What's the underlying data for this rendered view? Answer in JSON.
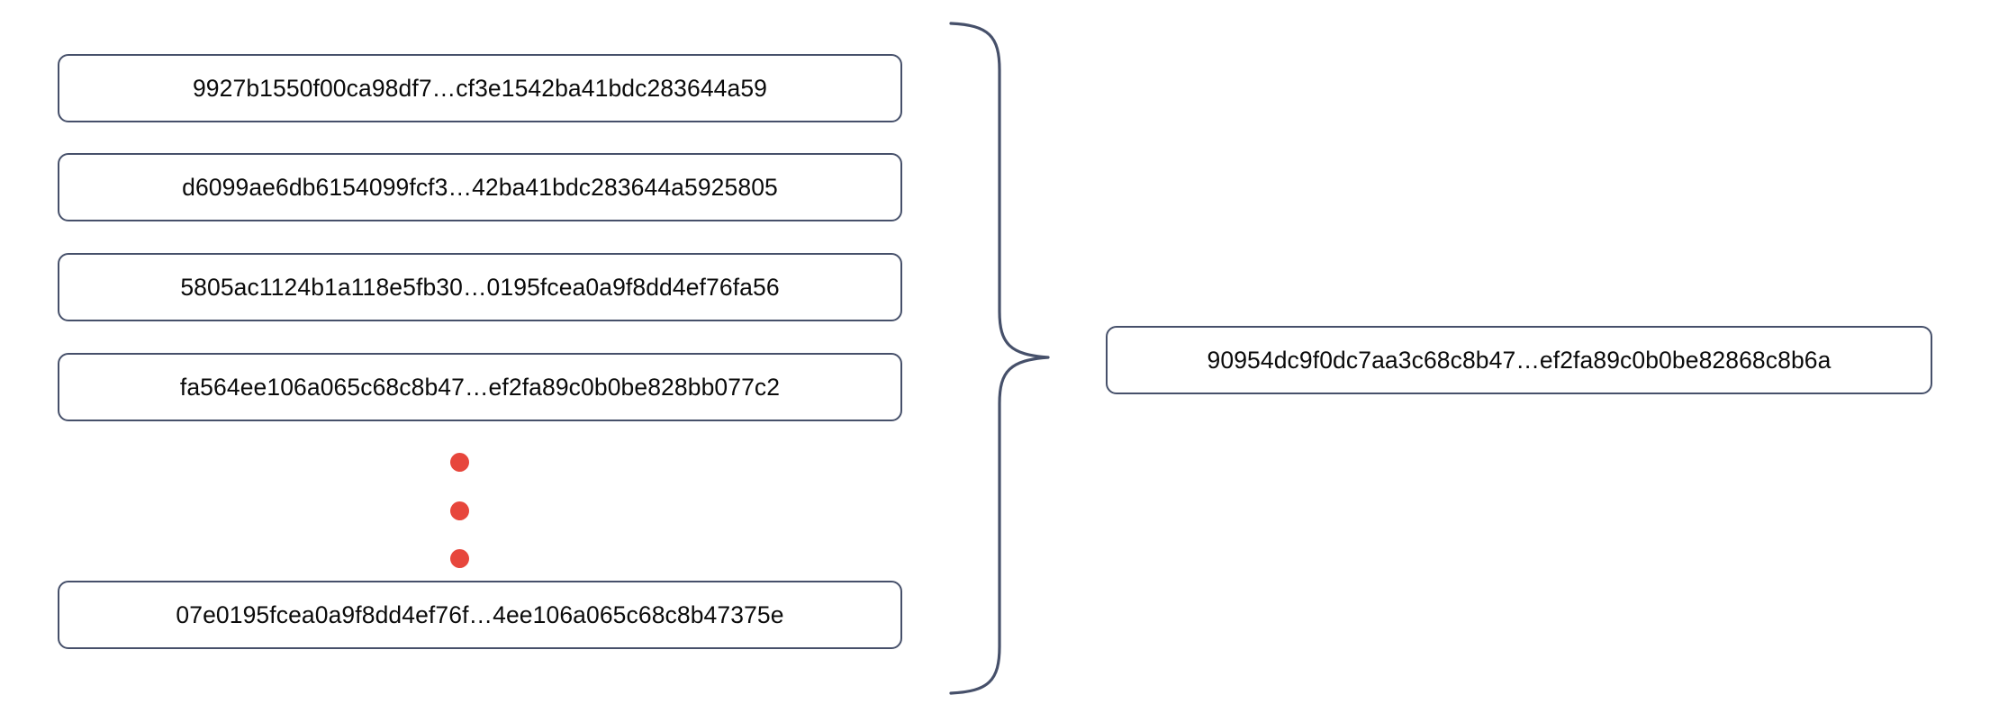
{
  "diagram": {
    "type": "merkle-hash-aggregation",
    "title": "",
    "colors": {
      "box_border": "#46506a",
      "box_fill": "#ffffff",
      "text": "#0b0b0b",
      "dot_red": "#e7463c",
      "brace_stroke": "#46506a",
      "background": "#ffffff"
    },
    "inputs": {
      "label": "input-hash-list",
      "count_shown": 5,
      "items": [
        {
          "id": "hash-1",
          "value": "9927b1550f00ca98df7…cf3e1542ba41bdc283644a59"
        },
        {
          "id": "hash-2",
          "value": "d6099ae6db6154099fcf3…42ba41bdc283644a5925805"
        },
        {
          "id": "hash-3",
          "value": "5805ac1124b1a118e5fb30…0195fcea0a9f8dd4ef76fa56"
        },
        {
          "id": "hash-4",
          "value": "fa564ee106a065c68c8b47…ef2fa89c0b0be828bb077c2"
        },
        {
          "id": "hash-5",
          "value": "07e0195fcea0a9f8dd4ef76f…4ee106a065c68c8b47375e"
        }
      ]
    },
    "ellipsis": {
      "name": "vertical-ellipsis",
      "symbol": "⋮",
      "dot_count": 3
    },
    "connector": {
      "name": "right-curly-brace",
      "symbol": "}",
      "orientation": "points-right"
    },
    "output": {
      "label": "aggregated-hash",
      "value": "90954dc9f0dc7aa3c68c8b47…ef2fa89c0b0be82868c8b6a"
    }
  }
}
